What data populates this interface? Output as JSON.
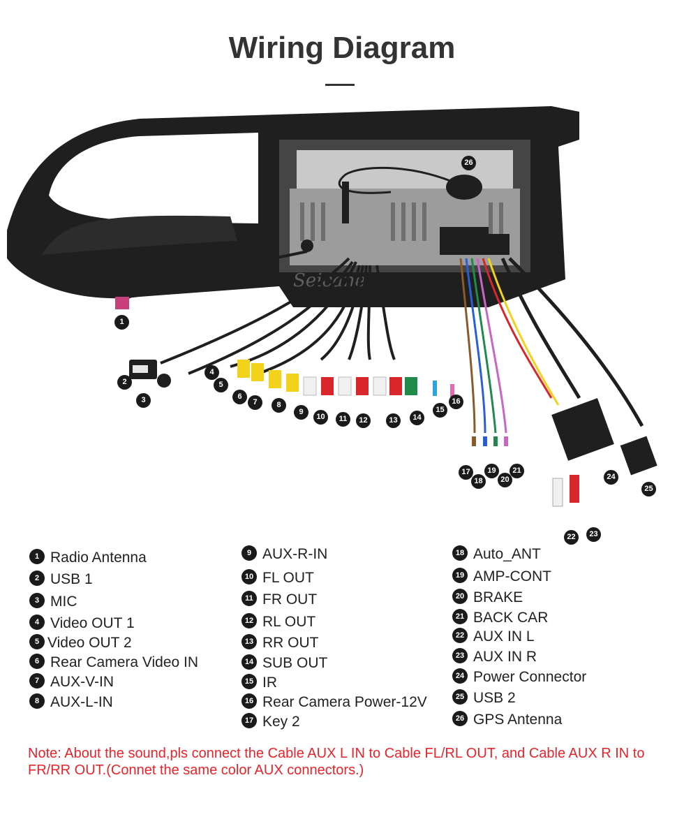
{
  "title": "Wiring Diagram",
  "watermark": "Seicane",
  "gps_callout": "26",
  "callouts": [
    "1",
    "2",
    "3",
    "4",
    "5",
    "6",
    "7",
    "8",
    "9",
    "10",
    "11",
    "12",
    "13",
    "14",
    "15",
    "16",
    "17",
    "18",
    "19",
    "20",
    "21",
    "22",
    "23",
    "24",
    "25"
  ],
  "legend": {
    "col1": [
      {
        "num": "1",
        "label": "Radio Antenna"
      },
      {
        "num": "2",
        "label": "USB 1"
      },
      {
        "num": "3",
        "label": "MIC"
      },
      {
        "num": "4",
        "label": "Video OUT 1"
      },
      {
        "num": "5",
        "label": "Video OUT 2"
      },
      {
        "num": "6",
        "label": "Rear Camera Video IN"
      },
      {
        "num": "7",
        "label": "AUX-V-IN"
      },
      {
        "num": "8",
        "label": "AUX-L-IN"
      }
    ],
    "col2": [
      {
        "num": "9",
        "label": "AUX-R-IN"
      },
      {
        "num": "10",
        "label": "FL OUT"
      },
      {
        "num": "11",
        "label": "FR OUT"
      },
      {
        "num": "12",
        "label": "RL OUT"
      },
      {
        "num": "13",
        "label": "RR OUT"
      },
      {
        "num": "14",
        "label": "SUB OUT"
      },
      {
        "num": "15",
        "label": "IR"
      },
      {
        "num": "16",
        "label": "Rear Camera Power-12V"
      },
      {
        "num": "17",
        "label": "Key 2"
      }
    ],
    "col3": [
      {
        "num": "18",
        "label": "Auto_ANT"
      },
      {
        "num": "19",
        "label": "AMP-CONT"
      },
      {
        "num": "20",
        "label": "BRAKE"
      },
      {
        "num": "21",
        "label": "BACK CAR"
      },
      {
        "num": "22",
        "label": "AUX IN L"
      },
      {
        "num": "23",
        "label": "AUX IN R"
      },
      {
        "num": "24",
        "label": "Power Connector"
      },
      {
        "num": "25",
        "label": "USB 2"
      },
      {
        "num": "26",
        "label": "GPS Antenna"
      }
    ]
  },
  "note": "Note: About the sound,pls connect the Cable AUX L IN to Cable FL/RL OUT, and Cable AUX R IN to  FR/RR OUT.(Connet the same color AUX connectors.)",
  "colors": {
    "note_red": "#e8232a",
    "bezel": "#1f1f1f",
    "rca_yellow": "#f2d21a",
    "rca_red": "#d8262c",
    "rca_white": "#f0f0f0",
    "rca_green": "#1f8a4a"
  }
}
